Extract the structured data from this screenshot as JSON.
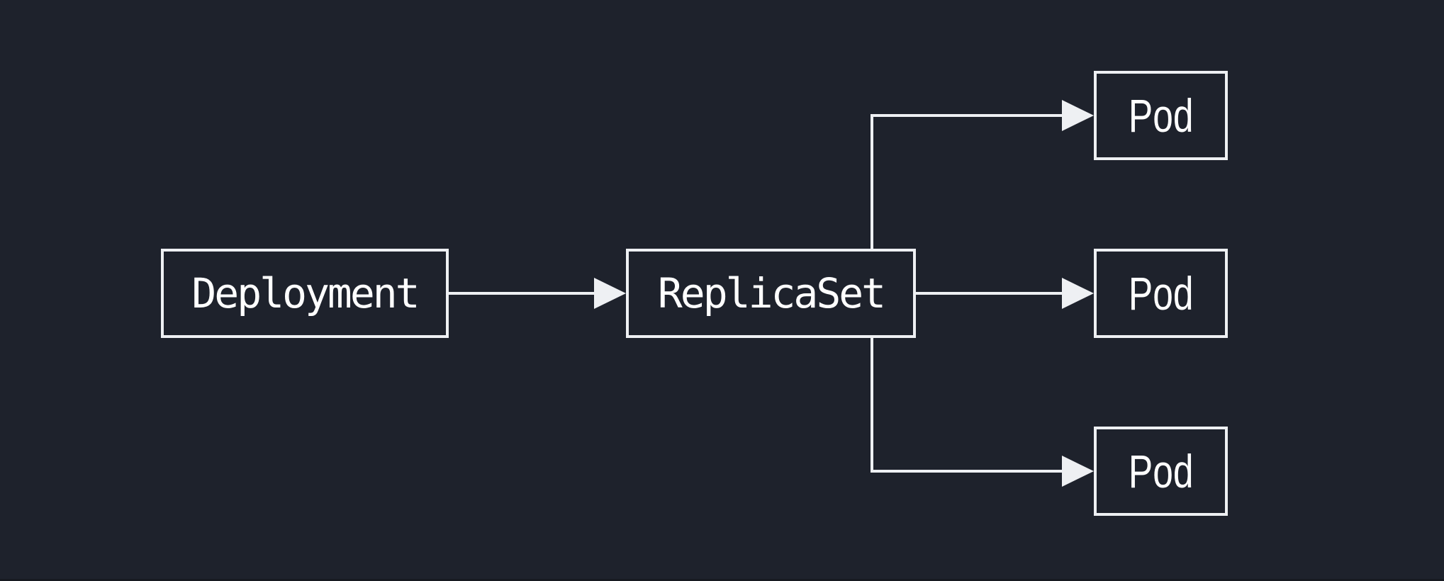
{
  "diagram": {
    "colors": {
      "background": "#1e222c",
      "stroke": "#eef0f3",
      "text": "#ffffff",
      "bottom_edge": "#171a21"
    },
    "nodes": [
      {
        "id": "deployment",
        "label": "Deployment"
      },
      {
        "id": "replicaset",
        "label": "ReplicaSet"
      },
      {
        "id": "pod-1",
        "label": "Pod"
      },
      {
        "id": "pod-2",
        "label": "Pod"
      },
      {
        "id": "pod-3",
        "label": "Pod"
      }
    ],
    "edges": [
      {
        "from": "deployment",
        "to": "replicaset"
      },
      {
        "from": "replicaset",
        "to": "pod-1"
      },
      {
        "from": "replicaset",
        "to": "pod-2"
      },
      {
        "from": "replicaset",
        "to": "pod-3"
      }
    ]
  }
}
